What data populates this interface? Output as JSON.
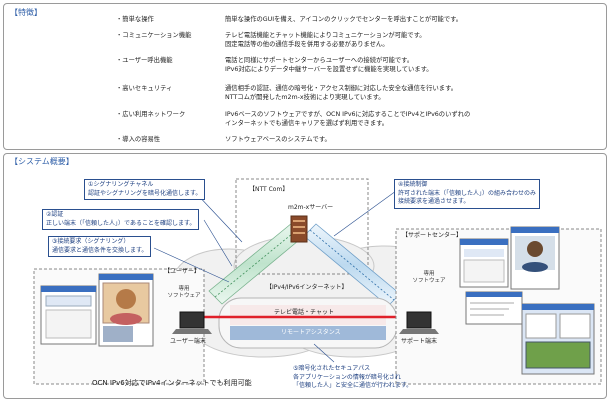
{
  "features": {
    "heading": "【特徴】",
    "rows": [
      {
        "term": "・簡単な操作",
        "desc": "簡単な操作のGUIを備え、アイコンのクリックでセンターを呼出すことが可能です。"
      },
      {
        "term": "・コミュニケーション機能",
        "desc": "テレビ電話機能とチャット機能によりコミュニケーションが可能です。\n固定電話等の他の通信手段を併用する必要がありません。"
      },
      {
        "term": "・ユーザー呼出機能",
        "desc": "電話と同様にサポートセンターからユーザーへの接続が可能です。\nIPv6対応によりデータ中継サーバーを設置せずに機能を実現しています。"
      },
      {
        "term": "・高いセキュリティ",
        "desc": "通信相手の認証、通信の暗号化・アクセス制御に対応した安全な通信を行います。\nNTTコムが開発したm2m-x技術により実現しています。"
      },
      {
        "term": "・広い利用ネットワーク",
        "desc": "IPv6ベースのソフトウェアですが、OCN IPv6に対応することでIPv4とIPv6のいずれの\nインターネットでも通信キャリアを選ばず利用できます。"
      },
      {
        "term": "・導入の容易性",
        "desc": "ソフトウェアベースのシステムです。"
      }
    ]
  },
  "system": {
    "heading": "【システム概要】",
    "callouts": {
      "signaling": "①シグナリングチャネル\n認証やシグナリングを暗号化通信します。",
      "auth": "②認証\n正しい端末（「信頼した人」）であることを確認します。",
      "conn_request": "③接続要求（シグナリング）\n通信要求と通信条件を交換します。",
      "conn_control": "④接続制御\n許可された端末（「信頼した人」）の組み合わせのみ\n接続要求を通過させます。",
      "secure_path": "⑤暗号化されたセキュアパス\n各アプリケーションの情報が暗号化され\n「信頼した人」と安全に通信が行われます。"
    },
    "ntt_com": "【NTT Com】",
    "m2m_server": "m2m-xサーバー",
    "internet": "【IPv4/IPv6インターネット】",
    "tv_chat": "テレビ電話・チャット",
    "remote_assist": "リモートアシスタンス",
    "user_site": "【ユーザー】",
    "support_site": "【サポートセンター】",
    "user_software": "専用\nソフトウェア",
    "support_software": "専用\nソフトウェア",
    "user_terminal": "ユーザー端末",
    "support_terminal": "サポート端末",
    "footer": "OCN IPv6対応でIPv4インターネットでも利用可能"
  },
  "colors": {
    "heading_blue": "#2f5fa8",
    "pipe_green": "#cfe9d8",
    "pipe_blue": "#cde3f4",
    "arrow_red": "#e0202a",
    "cloud": "#f2f2f2"
  }
}
